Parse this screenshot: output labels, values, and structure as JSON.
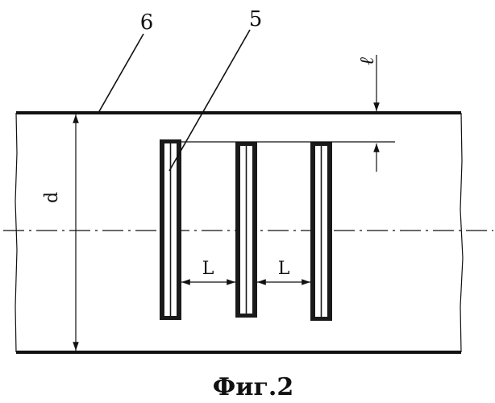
{
  "callouts": {
    "part_5": "5",
    "part_6": "6"
  },
  "dimensions": {
    "diameter": "d",
    "spacing_1": "L",
    "spacing_2": "L",
    "offset": "ℓ"
  },
  "caption": "Фиг.2"
}
